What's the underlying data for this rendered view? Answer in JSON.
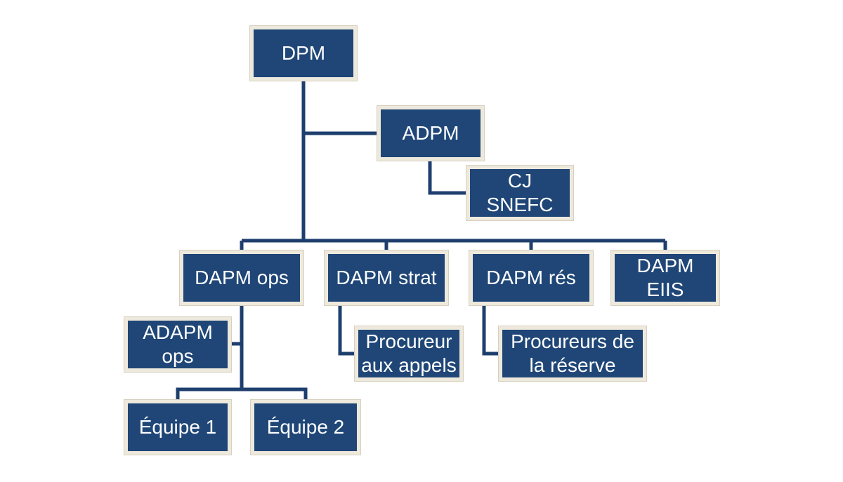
{
  "nodes": {
    "dpm": "DPM",
    "adpm": "ADPM",
    "cj_snefc": "CJ SNEFC",
    "dapm_ops": "DAPM ops",
    "dapm_strat": "DAPM strat",
    "dapm_res": "DAPM rés",
    "dapm_eiis": "DAPM EIIS",
    "adapm_ops": "ADAPM\nops",
    "procureur_appels": "Procureur\naux appels",
    "procureurs_reserve": "Procureurs de\nla réserve",
    "equipe_1": "Équipe 1",
    "equipe_2": "Équipe 2"
  },
  "colors": {
    "box_fill": "#1f4677",
    "box_border": "#eee9dd",
    "connector": "#1e3f6e",
    "text": "#ffffff"
  }
}
